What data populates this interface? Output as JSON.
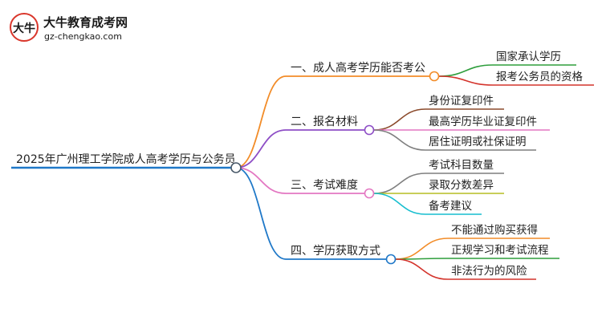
{
  "logo": {
    "title": "大牛教育成考网",
    "url": "gz-chengkao.com",
    "mark": "大牛"
  },
  "root": {
    "label": "2025年广州理工学院成人高考学历与公务员",
    "color": "#1f78c8"
  },
  "branches": [
    {
      "label": "一、成人高考学历能否考公",
      "color": "#f28c28",
      "children": [
        {
          "label": "国家承认学历",
          "color": "#2e9e3c"
        },
        {
          "label": "报考公务员的资格",
          "color": "#d4342c"
        }
      ]
    },
    {
      "label": "二、报名材料",
      "color": "#8e4ec6",
      "children": [
        {
          "label": "身份证复印件",
          "color": "#8b4a2b"
        },
        {
          "label": "最高学历毕业证复印件",
          "color": "#e377c2"
        },
        {
          "label": "居住证明或社保证明",
          "color": "#7f7f7f"
        }
      ]
    },
    {
      "label": "三、考试难度",
      "color": "#e377c2",
      "children": [
        {
          "label": "考试科目数量",
          "color": "#7f7f7f"
        },
        {
          "label": "录取分数差异",
          "color": "#b5bd22"
        },
        {
          "label": "备考建议",
          "color": "#17becf"
        }
      ]
    },
    {
      "label": "四、学历获取方式",
      "color": "#1f78c8",
      "children": [
        {
          "label": "不能通过购买获得",
          "color": "#f28c28"
        },
        {
          "label": "正规学习和考试流程",
          "color": "#2e9e3c"
        },
        {
          "label": "非法行为的风险",
          "color": "#d4342c"
        }
      ]
    }
  ]
}
